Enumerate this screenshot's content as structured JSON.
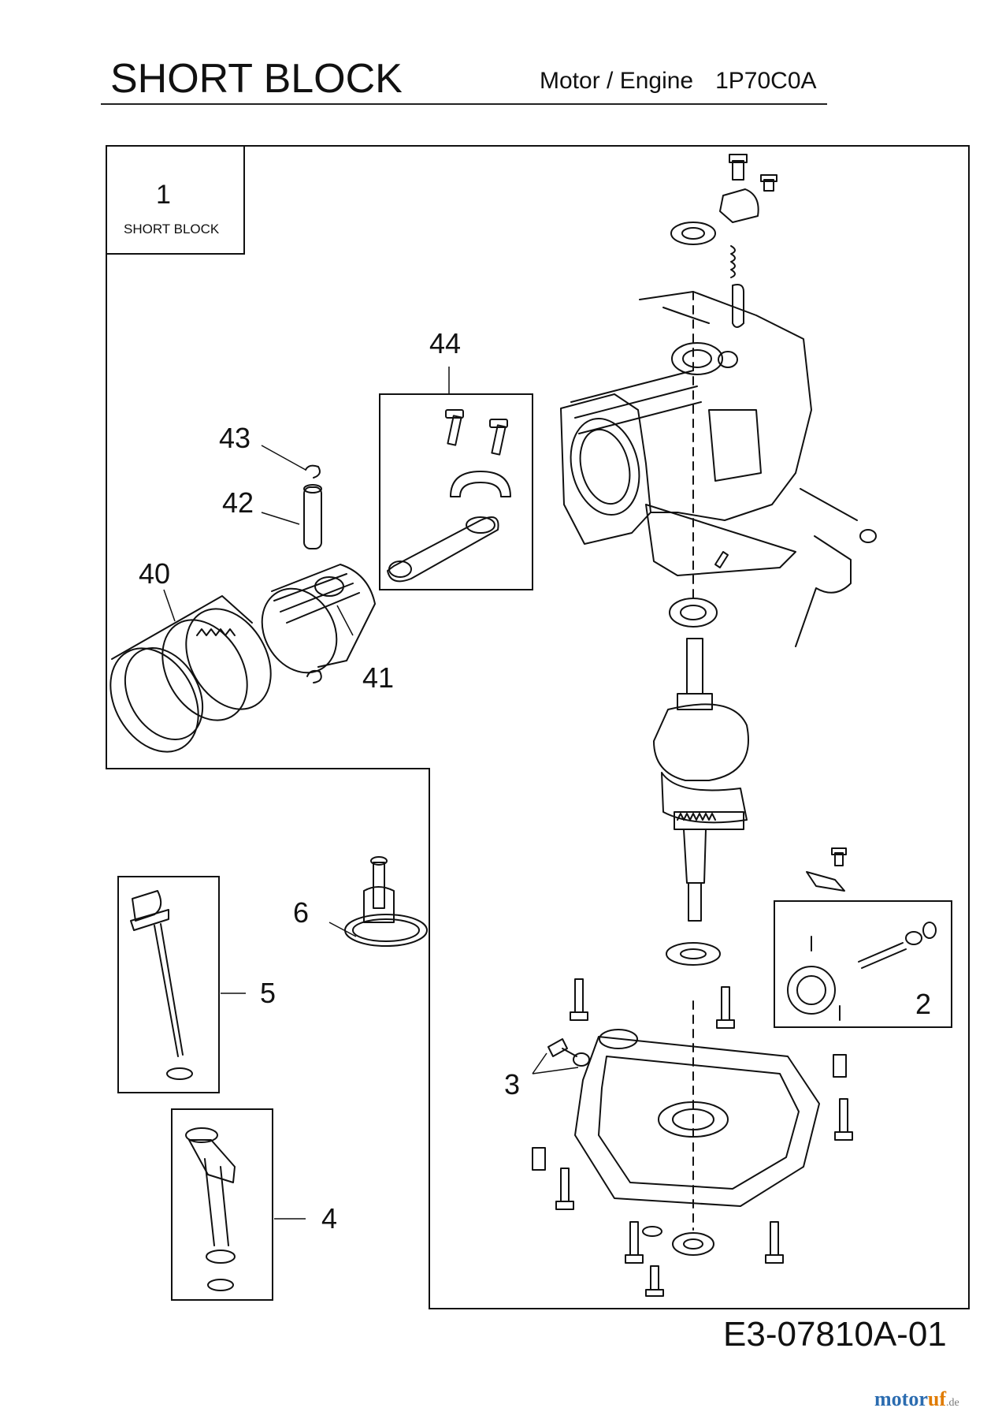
{
  "header": {
    "title": "SHORT BLOCK",
    "motor_label": "Motor / Engine",
    "model": "1P70C0A"
  },
  "inset": {
    "number": "1",
    "label": "SHORT BLOCK"
  },
  "callouts": {
    "c2": "2",
    "c3": "3",
    "c4": "4",
    "c5": "5",
    "c6": "6",
    "c40": "40",
    "c41": "41",
    "c42": "42",
    "c43": "43",
    "c44": "44"
  },
  "footer": {
    "doc_id": "E3-07810A-01",
    "brand_main": "motor",
    "brand_accent": "uf",
    "brand_tld": ".de"
  }
}
